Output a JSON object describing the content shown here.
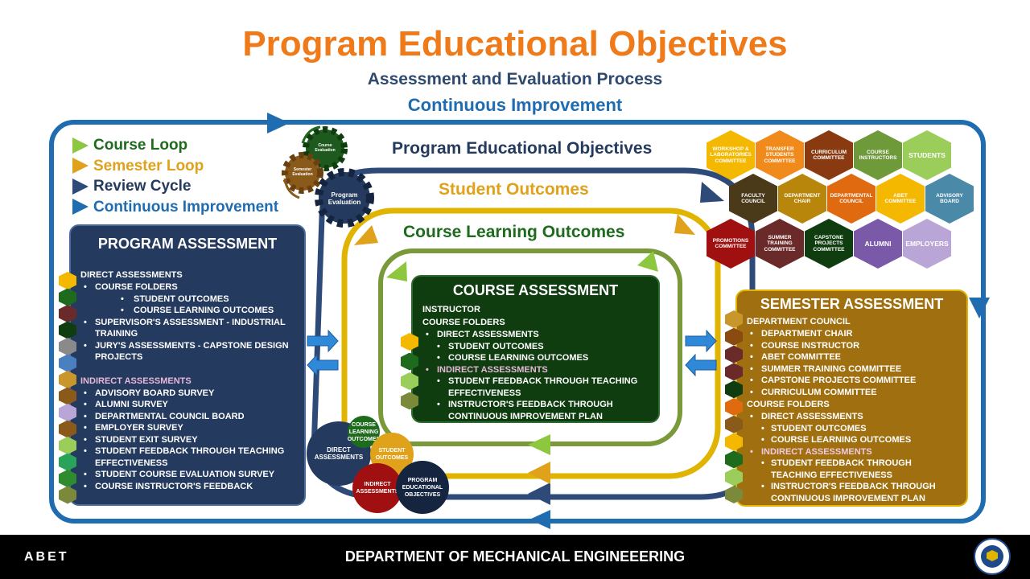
{
  "title": "Program Educational Objectives",
  "subtitle": "Assessment and Evaluation Process",
  "continuous_improvement": "Continuous Improvement",
  "legend": [
    {
      "label": "Course Loop",
      "color": "#1e6b1e",
      "arrow": "#8dc63f"
    },
    {
      "label": "Semester Loop",
      "color": "#e0a11b",
      "arrow": "#e0a11b"
    },
    {
      "label": "Review Cycle",
      "color": "#243a5e",
      "arrow": "#2e4a78"
    },
    {
      "label": "Continuous Improvement",
      "color": "#1f6cb0",
      "arrow": "#1f6cb0"
    }
  ],
  "gears": {
    "course": "Course Evaluation",
    "semester": "Semester Evaluation",
    "program": "Program Evaluation"
  },
  "rings": {
    "peo": "Program Educational Objectives",
    "so": "Student Outcomes",
    "clo": "Course Learning Outcomes"
  },
  "program_assessment": {
    "title": "PROGRAM ASSESSMENT",
    "direct_heading": "DIRECT ASSESSMENTS",
    "direct": [
      {
        "text": "COURSE FOLDERS",
        "level": 1
      },
      {
        "text": "STUDENT OUTCOMES",
        "level": 2
      },
      {
        "text": "COURSE LEARNING OUTCOMES",
        "level": 2
      },
      {
        "text": "SUPERVISOR'S ASSESSMENT - INDUSTRIAL TRAINING",
        "level": 1
      },
      {
        "text": "JURY'S ASSESSMENTS - CAPSTONE DESIGN PROJECTS",
        "level": 1
      }
    ],
    "indirect_heading": "INDIRECT ASSESSMENTS",
    "indirect": [
      "ADVISORY BOARD SURVEY",
      "ALUMNI SURVEY",
      "DEPARTMENTAL COUNCIL BOARD",
      "EMPLOYER SURVEY",
      "STUDENT EXIT SURVEY",
      "STUDENT FEEDBACK THROUGH TEACHING EFFECTIVENESS",
      "STUDENT COURSE EVALUATION SURVEY",
      "COURSE INSTRUCTOR'S FEEDBACK"
    ],
    "hex_colors": [
      "#f5b800",
      "#1e6b1e",
      "#6b2a2a",
      "#0f3d0f",
      "#8a8a8a",
      "#4a7fc0",
      "#c8962a",
      "#8a5a1a",
      "#b9a6d6",
      "#8a5a1a",
      "#9acd5a",
      "#2aa35a",
      "#2e8b2e",
      "#7a8a3a"
    ]
  },
  "course_assessment": {
    "title": "COURSE ASSESSMENT",
    "line1": "INSTRUCTOR",
    "line2": "COURSE  FOLDERS",
    "direct_heading": "DIRECT ASSESSMENTS",
    "direct": [
      "STUDENT OUTCOMES",
      "COURSE LEARNING OUTCOMES"
    ],
    "indirect_heading": "INDIRECT ASSESSMENTS",
    "indirect": [
      "STUDENT FEEDBACK THROUGH TEACHING EFFECTIVENESS",
      "INSTRUCTOR'S FEEDBACK THROUGH CONTINUOUS IMPROVEMENT PLAN"
    ],
    "hex_colors": [
      "#f5b800",
      "#1e6b1e",
      "#9acd5a",
      "#7a8a3a"
    ]
  },
  "semester_assessment": {
    "title": "SEMESTER ASSESSMENT",
    "council_heading": "DEPARTMENT  COUNCIL",
    "council": [
      "DEPARTMENT CHAIR",
      "COURSE INSTRUCTOR",
      "ABET COMMITTEE",
      "SUMMER TRAINING COMMITTEE",
      "CAPSTONE PROJECTS COMMITTEE",
      "CURRICULUM COMMITTEE"
    ],
    "folders_heading": "COURSE FOLDERS",
    "direct_heading": "DIRECT ASSESSMENTS",
    "direct": [
      "STUDENT OUTCOMES",
      "COURSE LEARNING OUTCOMES"
    ],
    "indirect_heading": "INDIRECT ASSESSMENTS",
    "indirect": [
      "STUDENT FEEDBACK THROUGH TEACHING EFFECTIVENESS",
      "INSTRUCTOR'S FEEDBACK THROUGH CONTINUOUS IMPROVEMENT PLAN"
    ],
    "hex_colors": [
      "#c8962a",
      "#8a4a10",
      "#6b2a2a",
      "#6b2a2a",
      "#0f3d0f",
      "#e06a10",
      "#8a5a1a",
      "#f5b800",
      "#1e6b1e",
      "#9acd5a",
      "#7a8a3a"
    ]
  },
  "committees": [
    {
      "label": "WORKSHOP & LABORATORIES COMMITTEE",
      "color": "#f5b800"
    },
    {
      "label": "TRANSFER STUDENTS COMMITTEE",
      "color": "#f08a1a"
    },
    {
      "label": "CURRICULUM COMMITTEE",
      "color": "#8a3a10"
    },
    {
      "label": "COURSE INSTRUCTORS",
      "color": "#6e9a3a"
    },
    {
      "label": "STUDENTS",
      "color": "#9acd5a"
    },
    {
      "label": "FACULTY COUNCIL",
      "color": "#4a3a1a"
    },
    {
      "label": "DEPARTMENT CHAIR",
      "color": "#b8860b"
    },
    {
      "label": "DEPARTMENTAL COUNCIL",
      "color": "#e06a10"
    },
    {
      "label": "ABET COMMITTEE",
      "color": "#f5b800"
    },
    {
      "label": "ADVISORY BOARD",
      "color": "#4a8aa8"
    },
    {
      "label": "PROMOTIONS COMMITTEE",
      "color": "#a01010"
    },
    {
      "label": "SUMMER TRAINING COMMITTEE",
      "color": "#6b2a2a"
    },
    {
      "label": "CAPSTONE PROJECTS COMMITTEE",
      "color": "#0f3d0f"
    },
    {
      "label": "ALUMNI",
      "color": "#7a5aa8"
    },
    {
      "label": "EMPLOYERS",
      "color": "#b9a6d6"
    }
  ],
  "circles": [
    {
      "label": "DIRECT ASSESSMENTS",
      "color": "#243a5e"
    },
    {
      "label": "COURSE LEARNING OUTCOMES",
      "color": "#1e6b1e"
    },
    {
      "label": "STUDENT OUTCOMES",
      "color": "#e0a11b"
    },
    {
      "label": "INDIRECT ASSESSMENTS",
      "color": "#a01010"
    },
    {
      "label": "PROGRAM EDUCATIONAL OBJECTIVES",
      "color": "#152540"
    }
  ],
  "footer": {
    "left": "ABET",
    "center": "DEPARTMENT OF MECHANICAL ENGINEEERING"
  }
}
